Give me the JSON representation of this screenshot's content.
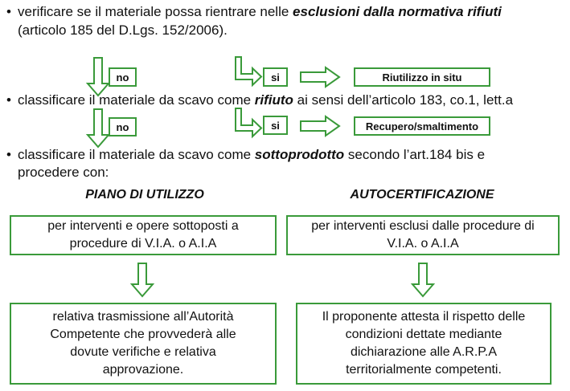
{
  "bullets": {
    "b1": {
      "line1_pre": "verificare se il materiale possa rientrare nelle ",
      "line1_emph": "esclusioni dalla normativa rifiuti",
      "line2": "(articolo 185 del D.Lgs. 152/2006)."
    },
    "b2": {
      "pre": "classificare il materiale da scavo come ",
      "emph": "rifiuto",
      "post": " ai sensi dell’articolo 183, co.1, lett.a"
    },
    "b3": {
      "line1_pre": "classificare il materiale da scavo come ",
      "line1_emph": "sottoprodotto",
      "line1_post": " secondo l’art.184 bis e",
      "line2": "procedere con:"
    }
  },
  "flow": {
    "row1": {
      "no_label": "no",
      "si_label": "si",
      "result": "Riutilizzo in situ"
    },
    "row2": {
      "no_label": "no",
      "si_label": "si",
      "result": "Recupero/smaltimento"
    }
  },
  "columns": {
    "left": {
      "heading": "PIANO DI UTILIZZO",
      "box1_l1": "per interventi e opere sottoposti a",
      "box1_l2": "procedure di V.I.A. o A.I.A",
      "box2_l1": "relativa trasmissione all’Autorità",
      "box2_l2": "Competente che provvederà alle",
      "box2_l3": "dovute verifiche e relativa",
      "box2_l4": "approvazione."
    },
    "right": {
      "heading": "AUTOCERTIFICAZIONE",
      "box1_l1": "per interventi esclusi dalle procedure di",
      "box1_l2": "V.I.A. o A.I.A",
      "box2_l1": "Il proponente attesta il rispetto delle",
      "box2_l2": "condizioni dettate mediante",
      "box2_l3": "dichiarazione alle A.R.P.A",
      "box2_l4": "territorialmente competenti."
    }
  },
  "colors": {
    "accent": "#3a9a3a",
    "text": "#111111"
  },
  "icons": {
    "bullet": "bullet-dot",
    "down_arrow": "hollow-down-arrow-icon",
    "right_arrow": "hollow-right-arrow-icon",
    "turn_arrow": "hollow-turn-right-arrow-icon"
  }
}
